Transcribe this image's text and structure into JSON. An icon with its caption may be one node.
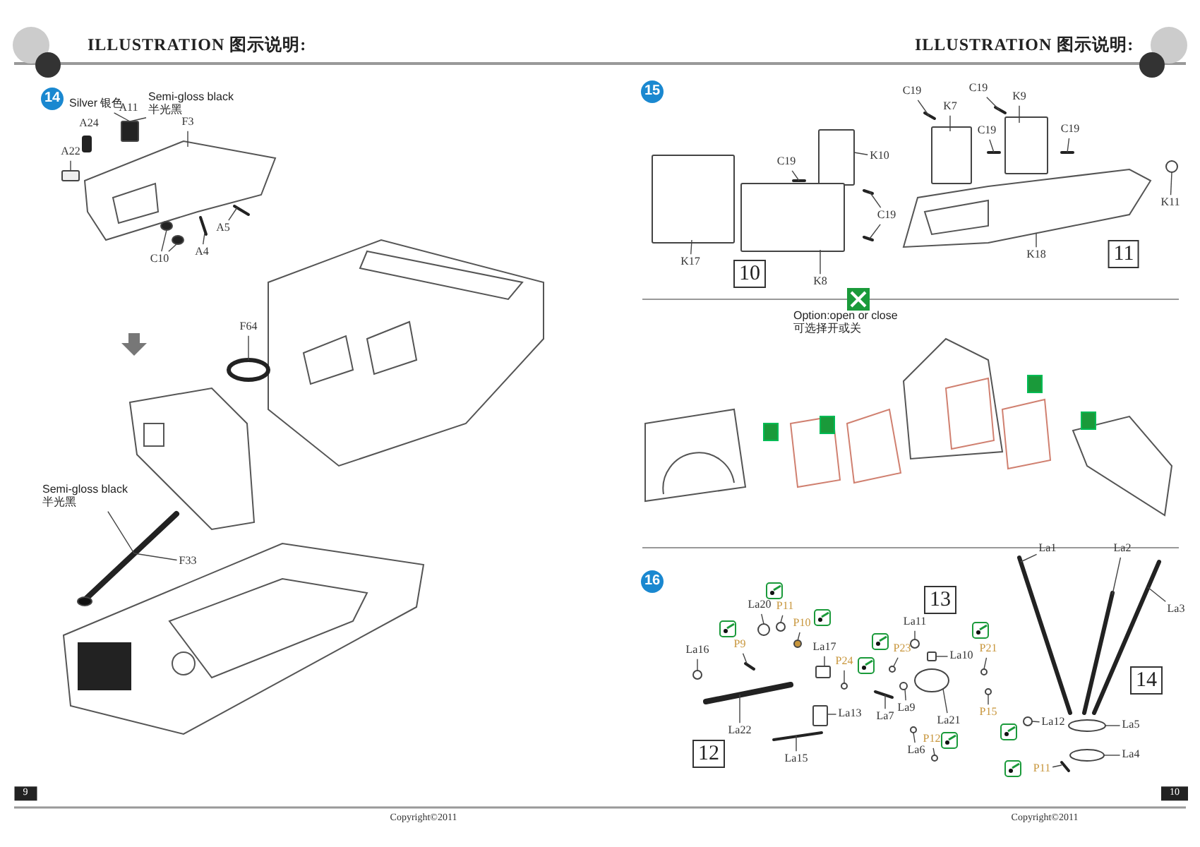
{
  "diagram": {
    "nodes": [
      {
        "text": [
          "Silver 银色"
        ]
      },
      {
        "text": [
          "Semi-gloss black 半光黑"
        ]
      },
      {
        "text": [
          "A22"
        ]
      },
      {
        "text": [
          "F3"
        ]
      },
      {
        "text": [
          "A5"
        ]
      },
      {
        "text": [
          "A4"
        ]
      },
      {
        "text": [
          "C10"
        ]
      },
      {
        "text": [
          "F64"
        ]
      },
      {
        "text": [
          "Semi-gloss black 半光黑"
        ]
      },
      {
        "text": [
          "F33"
        ]
      },
      {
        "text": [
          "C19"
        ]
      },
      {
        "text": [
          "C19"
        ]
      },
      {
        "text": [
          "K7"
        ]
      },
      {
        "text": [
          "K9"
        ]
      },
      {
        "text": [
          "C19"
        ]
      },
      {
        "text": [
          "C19"
        ]
      },
      {
        "text": [
          "K10"
        ]
      },
      {
        "text": [
          "C19"
        ]
      },
      {
        "text": [
          "C19"
        ]
      },
      {
        "text": [
          "K17"
        ]
      },
      {
        "text": [
          "K8"
        ]
      },
      {
        "text": [
          "K18"
        ]
      },
      {
        "text": [
          "K11"
        ]
      },
      {
        "text": [
          "La20"
        ]
      },
      {
        "text": [
          "P11"
        ]
      },
      {
        "text": [
          "P10"
        ]
      },
      {
        "text": [
          "P9"
        ]
      },
      {
        "text": [
          "La17"
        ]
      },
      {
        "text": [
          "P24"
        ]
      },
      {
        "text": [
          "La16"
        ]
      },
      {
        "text": [
          "La22"
        ]
      },
      {
        "text": [
          "La13"
        ]
      },
      {
        "text": [
          "La15"
        ]
      },
      {
        "text": [
          "La11"
        ]
      },
      {
        "text": [
          "P23"
        ]
      },
      {
        "text": [
          "La10"
        ]
      },
      {
        "text": [
          "P21"
        ]
      },
      {
        "text": [
          "La7"
        ]
      },
      {
        "text": [
          "La9"
        ]
      },
      {
        "text": [
          "La21"
        ]
      },
      {
        "text": [
          "P12"
        ]
      },
      {
        "text": [
          "La6"
        ]
      },
      {
        "text": [
          "P15"
        ]
      },
      {
        "text": [
          "La1"
        ]
      },
      {
        "text": [
          "La2"
        ]
      },
      {
        "text": [
          "La3"
        ]
      },
      {
        "text": [
          "La12"
        ]
      },
      {
        "text": [
          "La5"
        ]
      },
      {
        "text": [
          "La4"
        ]
      },
      {
        "text": [
          "P11"
        ]
      },
      {
        "text": [],
        "shape": "box"
      },
      {
        "text": [],
        "shape": "box"
      },
      {
        "text": [],
        "shape": "picture"
      },
      {
        "text": [],
        "shape": "bar"
      },
      {
        "text": [],
        "shape": "bar"
      },
      {
        "text": [],
        "shape": "circle"
      },
      {
        "text": [],
        "shape": "circle"
      },
      {
        "text": [],
        "shape": "circle"
      },
      {
        "text": [],
        "shape": "picture"
      },
      {
        "text": [],
        "shape": "box"
      },
      {
        "text": [],
        "shape": "box"
      },
      {
        "text": [],
        "shape": "box"
      },
      {
        "text": [],
        "shape": "bar"
      },
      {
        "text": [],
        "shape": "bar"
      },
      {
        "text": [],
        "shape": "bar"
      },
      {
        "text": [],
        "shape": "bar"
      },
      {
        "text": [],
        "shape": "bar"
      },
      {
        "text": [],
        "shape": "bar"
      },
      {
        "text": [],
        "shape": "bar"
      },
      {
        "text": [],
        "shape": "box"
      },
      {
        "text": [],
        "shape": "box"
      },
      {
        "text": [],
        "shape": "picture"
      },
      {
        "text": [],
        "shape": "circle"
      },
      {
        "text": [],
        "shape": "circle"
      },
      {
        "text": [],
        "shape": "circle"
      },
      {
        "text": [],
        "shape": "circle"
      },
      {
        "text": [],
        "shape": "bar"
      },
      {
        "text": [],
        "shape": "box"
      },
      {
        "text": [],
        "shape": "circle"
      },
      {
        "text": [],
        "shape": "circle"
      },
      {
        "text": [],
        "shape": "bar"
      },
      {
        "text": [],
        "shape": "box"
      },
      {
        "text": [],
        "shape": "bar"
      },
      {
        "text": [],
        "shape": "circle"
      },
      {
        "text": [],
        "shape": "circle"
      },
      {
        "text": [],
        "shape": "box"
      },
      {
        "text": [],
        "shape": "circle"
      },
      {
        "text": [],
        "shape": "bar"
      },
      {
        "text": [],
        "shape": "circle"
      },
      {
        "text": [],
        "shape": "circle"
      },
      {
        "text": [],
        "shape": "circle"
      },
      {
        "text": [],
        "shape": "circle"
      },
      {
        "text": [],
        "shape": "circle"
      },
      {
        "text": [],
        "shape": "bar"
      },
      {
        "text": [],
        "shape": "bar"
      },
      {
        "text": [],
        "shape": "bar"
      },
      {
        "text": [],
        "shape": "circle"
      },
      {
        "text": [],
        "shape": "circle"
      },
      {
        "text": [],
        "shape": "circle"
      },
      {
        "text": [],
        "shape": "bar"
      }
    ],
    "edges": [
      {
        "from": 0,
        "to": 50,
        "arrow": "none"
      },
      {
        "from": 1,
        "to": 50,
        "arrow": "none"
      },
      {
        "from": 2,
        "to": 51,
        "arrow": "none"
      },
      {
        "from": 3,
        "to": 52,
        "arrow": "none"
      },
      {
        "from": 4,
        "to": 53,
        "arrow": "none"
      },
      {
        "from": 5,
        "to": 54,
        "arrow": "none"
      },
      {
        "from": 6,
        "to": 55,
        "arrow": "none"
      },
      {
        "from": 6,
        "to": 56,
        "arrow": "none"
      },
      {
        "from": 7,
        "to": 57,
        "arrow": "none"
      },
      {
        "from": 8,
        "to": 58,
        "arrow": "none"
      },
      {
        "from": 9,
        "to": 58,
        "arrow": "none"
      },
      {
        "from": 10,
        "to": 62,
        "arrow": "none"
      },
      {
        "from": 11,
        "to": 63,
        "arrow": "none"
      },
      {
        "from": 12,
        "to": 69,
        "arrow": "none"
      },
      {
        "from": 13,
        "to": 70,
        "arrow": "none"
      },
      {
        "from": 14,
        "to": 64,
        "arrow": "none"
      },
      {
        "from": 15,
        "to": 65,
        "arrow": "none"
      },
      {
        "from": 16,
        "to": 60,
        "arrow": "none"
      },
      {
        "from": 17,
        "to": 66,
        "arrow": "none"
      },
      {
        "from": 18,
        "to": 67,
        "arrow": "none"
      },
      {
        "from": 18,
        "to": 68,
        "arrow": "none"
      },
      {
        "from": 19,
        "to": 59,
        "arrow": "none"
      },
      {
        "from": 20,
        "to": 61,
        "arrow": "none"
      },
      {
        "from": 21,
        "to": 71,
        "arrow": "none"
      },
      {
        "from": 22,
        "to": 72,
        "arrow": "none"
      },
      {
        "from": 23,
        "to": 73,
        "arrow": "none"
      },
      {
        "from": 24,
        "to": 74,
        "arrow": "none"
      },
      {
        "from": 25,
        "to": 75,
        "arrow": "none"
      },
      {
        "from": 26,
        "to": 76,
        "arrow": "none"
      },
      {
        "from": 27,
        "to": 77,
        "arrow": "none"
      },
      {
        "from": 28,
        "to": 78,
        "arrow": "none"
      },
      {
        "from": 29,
        "to": 79,
        "arrow": "none"
      },
      {
        "from": 30,
        "to": 80,
        "arrow": "none"
      },
      {
        "from": 31,
        "to": 81,
        "arrow": "none"
      },
      {
        "from": 32,
        "to": 82,
        "arrow": "none"
      },
      {
        "from": 33,
        "to": 83,
        "arrow": "none"
      },
      {
        "from": 34,
        "to": 84,
        "arrow": "none"
      },
      {
        "from": 35,
        "to": 85,
        "arrow": "none"
      },
      {
        "from": 36,
        "to": 86,
        "arrow": "none"
      },
      {
        "from": 37,
        "to": 87,
        "arrow": "none"
      },
      {
        "from": 38,
        "to": 88,
        "arrow": "none"
      },
      {
        "from": 39,
        "to": 89,
        "arrow": "none"
      },
      {
        "from": 40,
        "to": 90,
        "arrow": "none"
      },
      {
        "from": 41,
        "to": 91,
        "arrow": "none"
      },
      {
        "from": 42,
        "to": 92,
        "arrow": "none"
      },
      {
        "from": 43,
        "to": 93,
        "arrow": "none"
      },
      {
        "from": 44,
        "to": 94,
        "arrow": "none"
      },
      {
        "from": 45,
        "to": 95,
        "arrow": "none"
      },
      {
        "from": 46,
        "to": 96,
        "arrow": "none"
      },
      {
        "from": 47,
        "to": 97,
        "arrow": "none"
      },
      {
        "from": 48,
        "to": 98,
        "arrow": "none"
      },
      {
        "from": 49,
        "to": 99,
        "arrow": "none"
      }
    ],
    "labels": [
      "ILLUSTRATION 图示说明:",
      "ILLUSTRATION 图示说明:",
      "14",
      "A24",
      "A11",
      "15",
      "10",
      "11",
      "Option:open or close 可选择开或关",
      "16",
      "12",
      "13",
      "14",
      "9",
      "Copyright©2011",
      "10",
      "Copyright©2011"
    ]
  }
}
